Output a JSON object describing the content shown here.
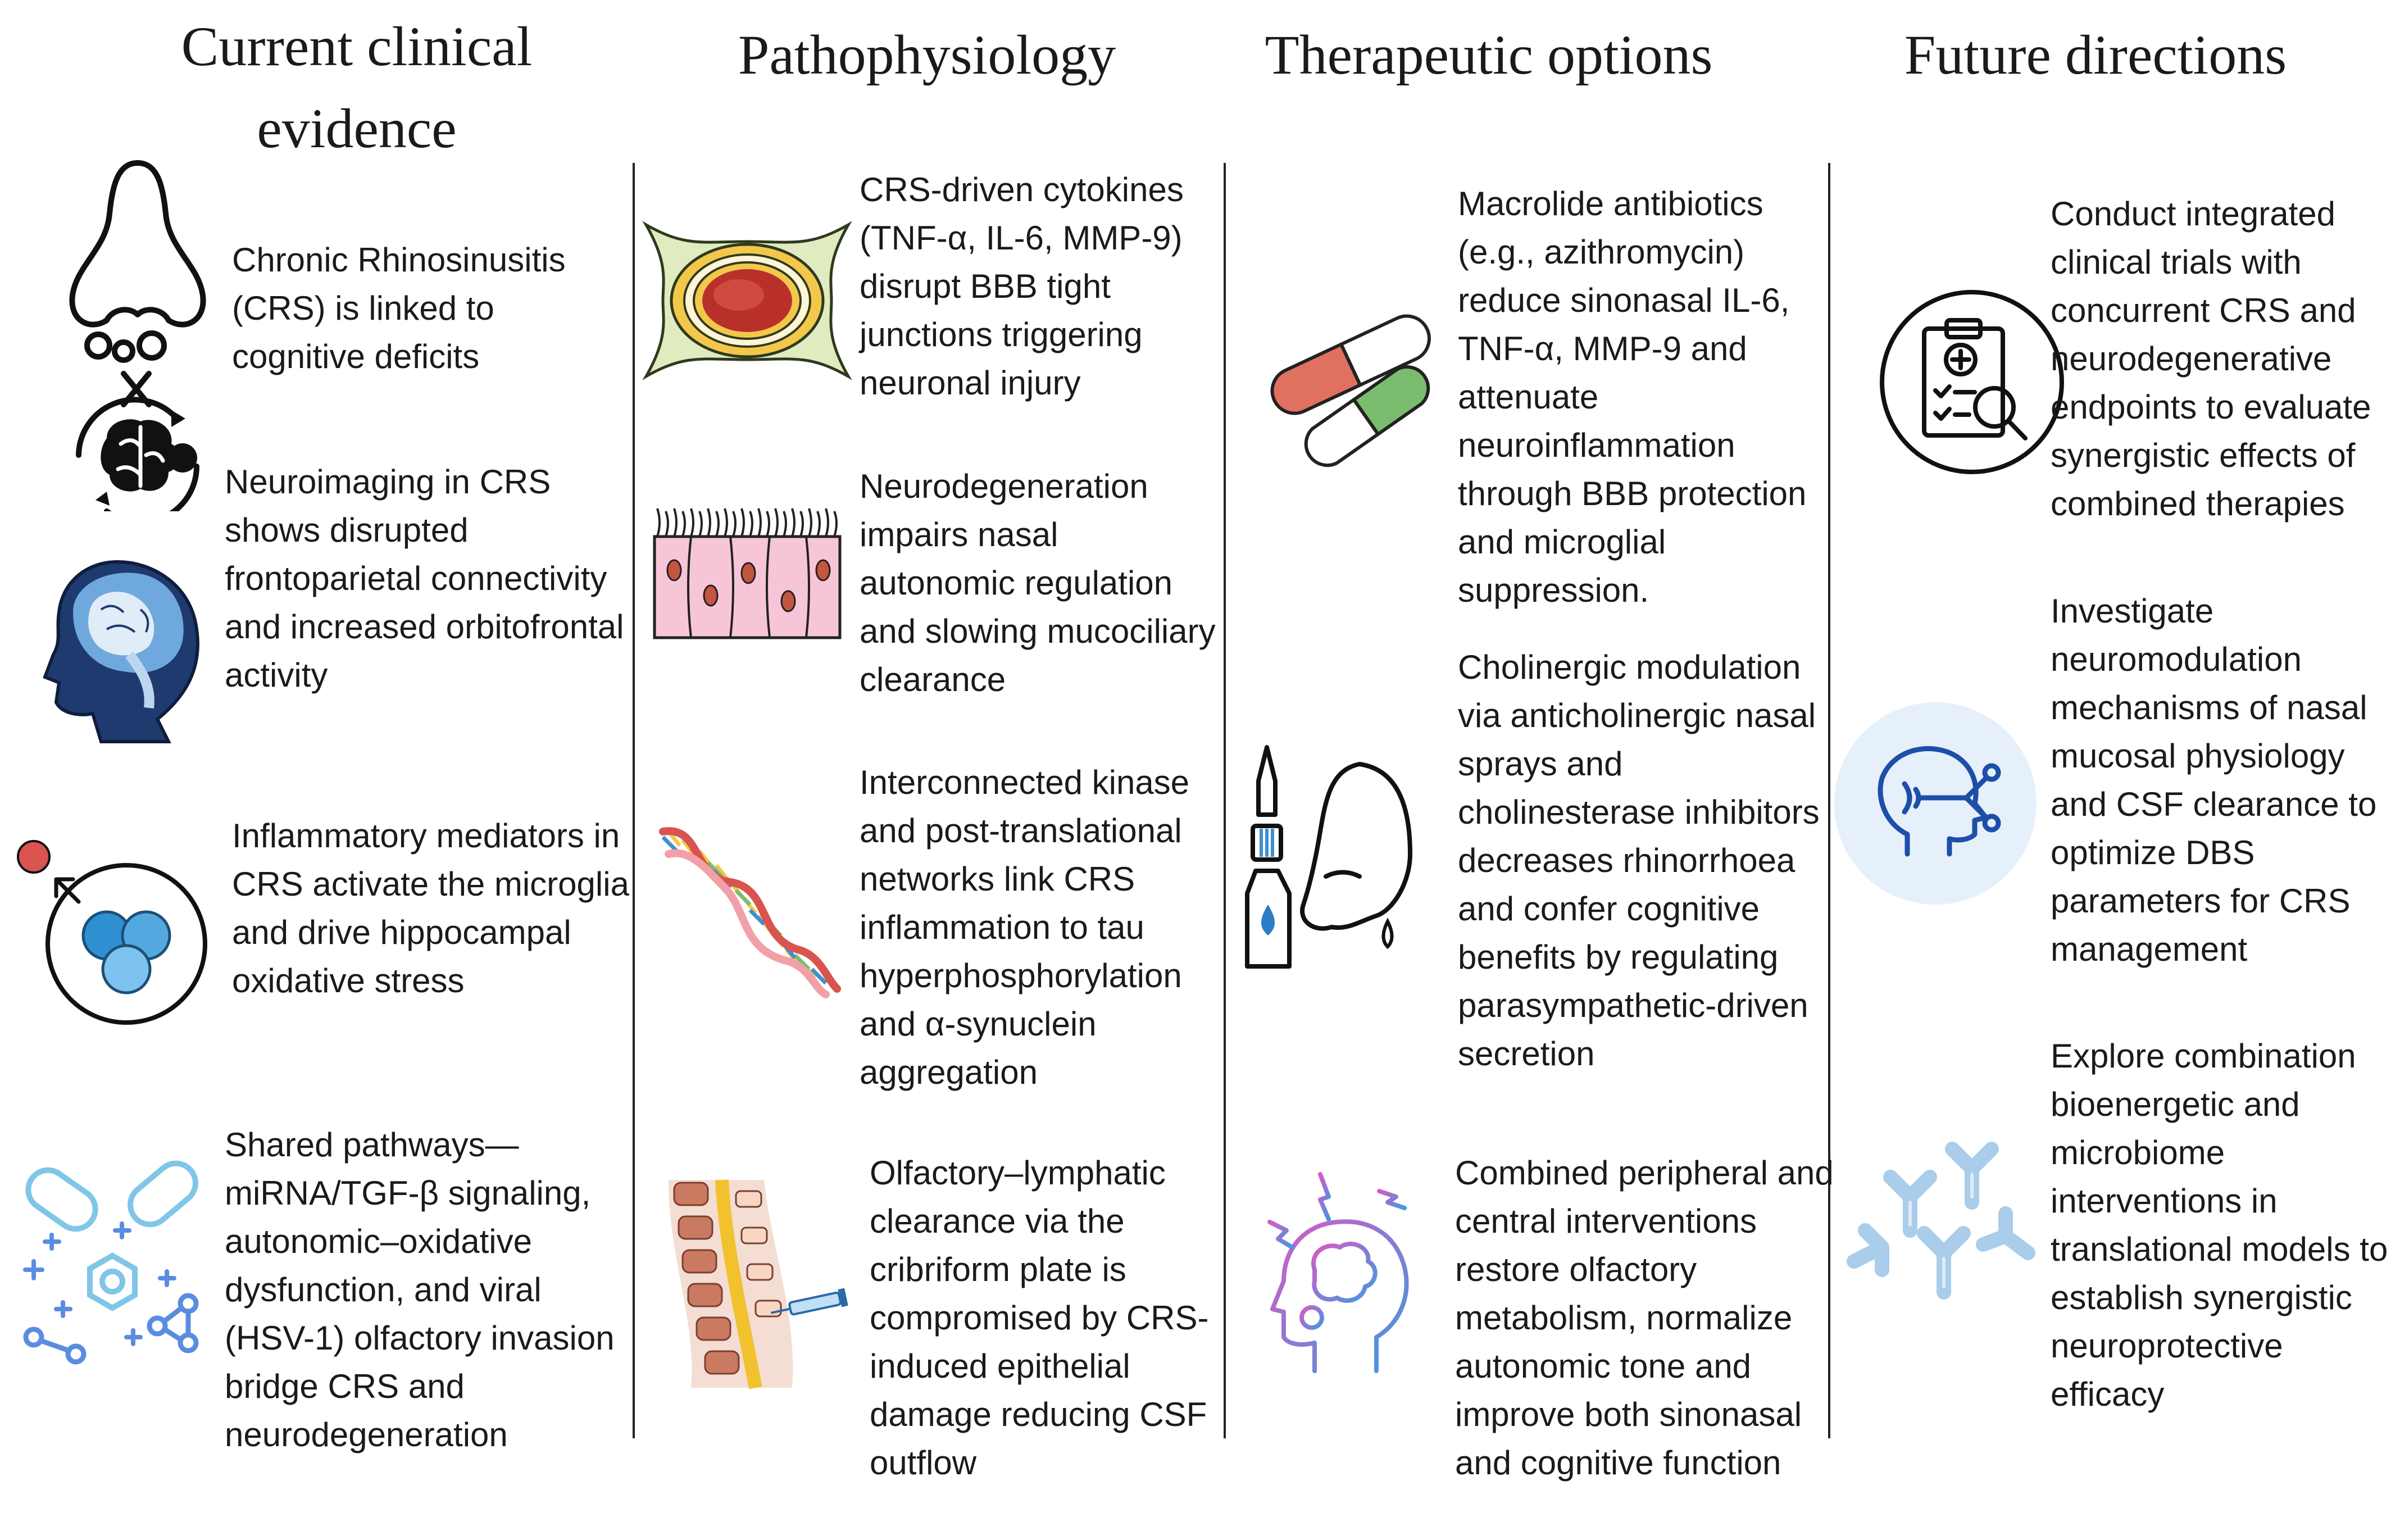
{
  "columns": [
    {
      "heading": "Current clinical evidence",
      "items": [
        {
          "icon": "nose-and-brain-icon",
          "text": "Chronic Rhinosinusitis (CRS) is linked to cognitive deficits"
        },
        {
          "icon": "head-mri-icon",
          "text": "Neuroimaging in CRS shows disrupted frontoparietal connectivity and increased orbitofrontal activity"
        },
        {
          "icon": "microglia-cells-icon",
          "text": "Inflammatory mediators in CRS activate the microglia and drive hippocampal oxidative stress"
        },
        {
          "icon": "molecules-pathways-icon",
          "text": "Shared pathways—miRNA/TGF-β signaling, autonomic–oxidative dysfunction, and viral (HSV-1) olfactory invasion bridge CRS and neurodegeneration"
        }
      ]
    },
    {
      "heading": "Pathophysiology",
      "items": [
        {
          "icon": "blood-vessel-icon",
          "text": "CRS-driven cytokines (TNF-α, IL-6, MMP-9) disrupt BBB tight junctions triggering neuronal injury"
        },
        {
          "icon": "ciliated-epithelium-icon",
          "text": "Neurodegeneration impairs nasal autonomic regulation and slowing mucociliary clearance"
        },
        {
          "icon": "dna-helix-icon",
          "text": "Interconnected kinase and post-translational networks link CRS inflammation to tau hyperphosphorylation and α-synuclein aggregation"
        },
        {
          "icon": "spine-injection-icon",
          "text": "Olfactory–lymphatic clearance via the cribriform plate is compromised by CRS-induced epithelial damage reducing CSF outflow"
        }
      ]
    },
    {
      "heading": "Therapeutic options",
      "items": [
        {
          "icon": "capsule-pills-icon",
          "text": "Macrolide antibiotics (e.g., azithromycin) reduce sinonasal IL-6, TNF-α, MMP-9 and attenuate neuroinflammation through BBB protection and microglial suppression."
        },
        {
          "icon": "nasal-spray-icon",
          "text": "Cholinergic modulation via anticholinergic nasal sprays and cholinesterase inhibitors  decreases rhinorrhoea and confer cognitive benefits by regulating parasympathetic-driven secretion"
        },
        {
          "icon": "brain-head-icon",
          "text": "Combined peripheral and central interventions restore olfactory metabolism, normalize autonomic tone and improve both sinonasal and cognitive function"
        }
      ]
    },
    {
      "heading": "Future directions",
      "items": [
        {
          "icon": "clinical-trial-icon",
          "text": "Conduct integrated clinical trials with concurrent CRS and neurodegenerative endpoints to evaluate synergistic effects of combined therapies"
        },
        {
          "icon": "neuromodulation-head-icon",
          "text": "Investigate neuromodulation mechanisms of nasal mucosal physiology and CSF clearance to optimize DBS parameters for CRS management"
        },
        {
          "icon": "antibodies-icon",
          "text": "Explore combination bioenergetic and microbiome interventions in translational models to establish synergistic neuroprotective efficacy"
        }
      ]
    }
  ],
  "icon_colors": {
    "blue": "#3d8fd0",
    "light_blue": "#8ec6ec",
    "red": "#e07060",
    "green": "#7bbd6e",
    "pink": "#f6c6d8",
    "yellow": "#f3c84a"
  }
}
